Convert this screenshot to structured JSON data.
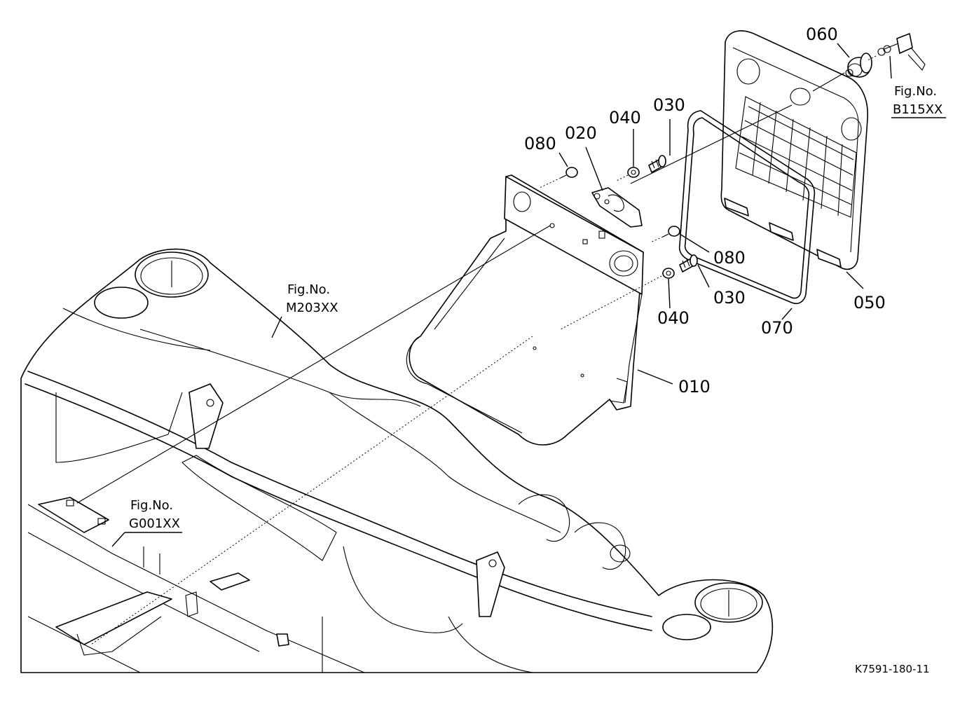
{
  "parts": {
    "p010": "010",
    "p020": "020",
    "p030a": "030",
    "p030b": "030",
    "p040a": "040",
    "p040b": "040",
    "p050": "050",
    "p060": "060",
    "p070": "070",
    "p080a": "080",
    "p080b": "080"
  },
  "figure_refs": {
    "b115": {
      "line1": "Fig.No.",
      "line2": "B115XX"
    },
    "m203": {
      "line1": "Fig.No.",
      "line2": "M203XX"
    },
    "g001": {
      "line1": "Fig.No.",
      "line2": "G001XX"
    }
  },
  "drawing_id": "K7591-180-11"
}
